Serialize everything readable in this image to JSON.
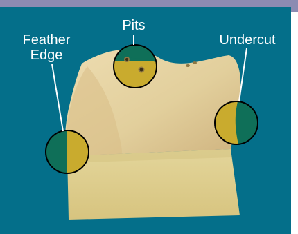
{
  "diagram": {
    "labels": {
      "feather_edge_line1": "Feather",
      "feather_edge_line2": "Edge",
      "pits": "Pits",
      "undercut": "Undercut"
    },
    "colors": {
      "background": "#046f8a",
      "tooth_light": "#e7d6a5",
      "tooth_dark": "#c7ab74",
      "base": "#dfce8e",
      "circle_highlight": "#c8a92a",
      "circle_teal": "#0f6f58",
      "stroke": "#000000"
    }
  }
}
